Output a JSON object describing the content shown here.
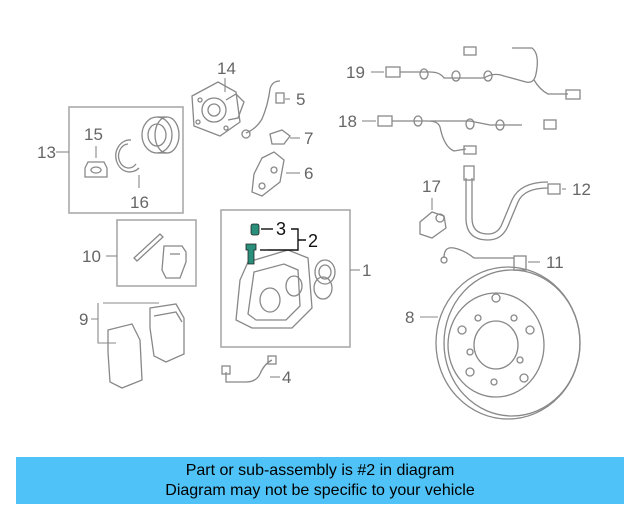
{
  "callouts": {
    "n1": "1",
    "n2": "2",
    "n3": "3",
    "n4": "4",
    "n5": "5",
    "n6": "6",
    "n7": "7",
    "n8": "8",
    "n9": "9",
    "n10": "10",
    "n11": "11",
    "n12": "12",
    "n13": "13",
    "n14": "14",
    "n15": "15",
    "n16": "16",
    "n17": "17",
    "n18": "18",
    "n19": "19"
  },
  "highlighted_part": "2",
  "colors": {
    "caption_bg": "#4fc3f7",
    "highlight_part": "#2a8f7a"
  },
  "caption": {
    "line1": "Part or sub-assembly is #2 in diagram",
    "line2": "Diagram may not be specific to your vehicle"
  }
}
